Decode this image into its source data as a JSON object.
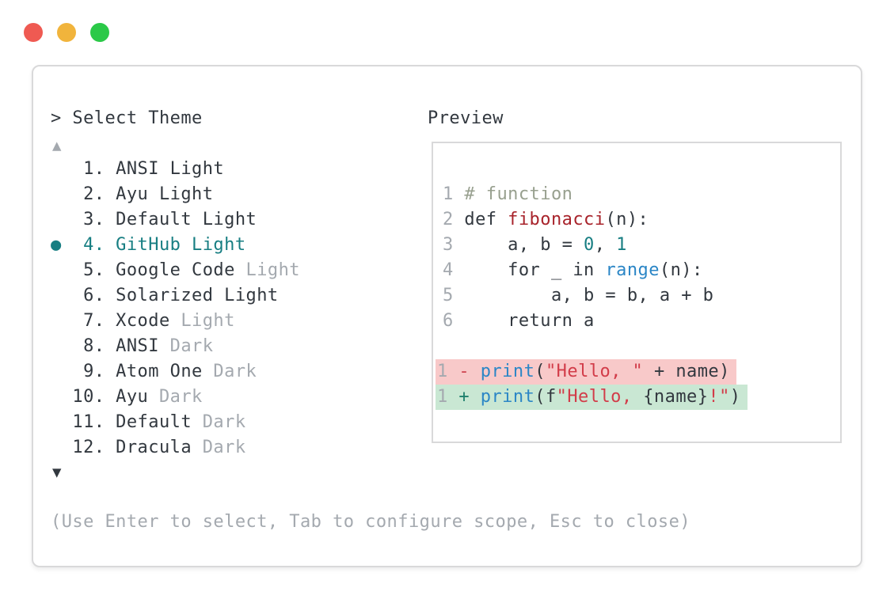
{
  "colors": {
    "txt": "#32383f",
    "gray": "#a4a9af",
    "com": "#98a08f",
    "fn": "#a8232b",
    "str": "#d23c49",
    "blue": "#2b86c6",
    "teal": "#177e82",
    "plus": "#1d7f6c",
    "minus": "#cf4450",
    "delbg": "#f8c9c9",
    "insbg": "#c9e7d3",
    "border": "#d9d9da",
    "lightred": "#ef5a52",
    "lightyellow": "#f1b43c",
    "lightgreen": "#2bc948"
  },
  "picker": {
    "prompt": "> Select Theme",
    "scroll_up_icon": "▲",
    "scroll_down_icon": "▼",
    "selected_marker": "●",
    "items": [
      {
        "num": 1,
        "label": "ANSI Light",
        "suffix": "",
        "selected": false
      },
      {
        "num": 2,
        "label": "Ayu Light",
        "suffix": "",
        "selected": false
      },
      {
        "num": 3,
        "label": "Default Light",
        "suffix": "",
        "selected": false
      },
      {
        "num": 4,
        "label": "GitHub Light",
        "suffix": "",
        "selected": true
      },
      {
        "num": 5,
        "label": "Google Code",
        "suffix": " Light",
        "selected": false
      },
      {
        "num": 6,
        "label": "Solarized Light",
        "suffix": "",
        "selected": false
      },
      {
        "num": 7,
        "label": "Xcode",
        "suffix": " Light",
        "selected": false
      },
      {
        "num": 8,
        "label": "ANSI",
        "suffix": " Dark",
        "selected": false
      },
      {
        "num": 9,
        "label": "Atom One",
        "suffix": " Dark",
        "selected": false
      },
      {
        "num": 10,
        "label": "Ayu",
        "suffix": " Dark",
        "selected": false
      },
      {
        "num": 11,
        "label": "Default",
        "suffix": " Dark",
        "selected": false
      },
      {
        "num": 12,
        "label": "Dracula",
        "suffix": " Dark",
        "selected": false
      }
    ],
    "help": "(Use Enter to select, Tab to configure scope, Esc to close)"
  },
  "preview": {
    "label": "Preview",
    "lines": [
      {
        "hl": null,
        "tokens": [
          {
            "t": "1 ",
            "c": "num"
          },
          {
            "t": "# function",
            "c": "com"
          }
        ]
      },
      {
        "hl": null,
        "tokens": [
          {
            "t": "2 ",
            "c": "num"
          },
          {
            "t": "def ",
            "c": "txt"
          },
          {
            "t": "fibonacci",
            "c": "fn"
          },
          {
            "t": "(n):",
            "c": "txt"
          }
        ]
      },
      {
        "hl": null,
        "tokens": [
          {
            "t": "3 ",
            "c": "num"
          },
          {
            "t": "    a, b = ",
            "c": "txt"
          },
          {
            "t": "0",
            "c": "teal"
          },
          {
            "t": ", ",
            "c": "txt"
          },
          {
            "t": "1",
            "c": "teal"
          }
        ]
      },
      {
        "hl": null,
        "tokens": [
          {
            "t": "4 ",
            "c": "num"
          },
          {
            "t": "    for _ in ",
            "c": "txt"
          },
          {
            "t": "range",
            "c": "blue"
          },
          {
            "t": "(n):",
            "c": "txt"
          }
        ]
      },
      {
        "hl": null,
        "tokens": [
          {
            "t": "5 ",
            "c": "num"
          },
          {
            "t": "        a, b = b, a + b",
            "c": "txt"
          }
        ]
      },
      {
        "hl": null,
        "tokens": [
          {
            "t": "6 ",
            "c": "num"
          },
          {
            "t": "    return a",
            "c": "txt"
          }
        ]
      },
      {
        "hl": null,
        "tokens": []
      },
      {
        "hl": "del",
        "tokens": [
          {
            "t": "1",
            "c": "num"
          },
          {
            "t": " - ",
            "c": "minus"
          },
          {
            "t": "print",
            "c": "blue"
          },
          {
            "t": "(",
            "c": "txt"
          },
          {
            "t": "\"Hello, \"",
            "c": "str"
          },
          {
            "t": " + name)",
            "c": "txt"
          }
        ]
      },
      {
        "hl": "ins",
        "tokens": [
          {
            "t": "1",
            "c": "num"
          },
          {
            "t": " + ",
            "c": "plus"
          },
          {
            "t": "print",
            "c": "blue"
          },
          {
            "t": "(f",
            "c": "txt"
          },
          {
            "t": "\"Hello, ",
            "c": "str"
          },
          {
            "t": "{name}",
            "c": "txt"
          },
          {
            "t": "!\"",
            "c": "str"
          },
          {
            "t": ")",
            "c": "txt"
          }
        ]
      }
    ]
  }
}
